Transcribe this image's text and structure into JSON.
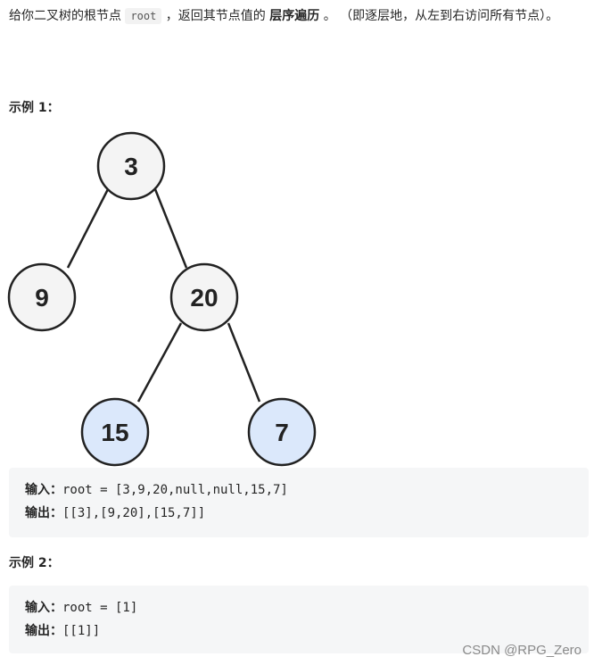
{
  "description": {
    "part1": "给你二叉树的根节点 ",
    "code": "root",
    "part2": " ，返回其节点值的 ",
    "bold": "层序遍历",
    "part3": " 。 （即逐层地，从左到右访问所有节点）。"
  },
  "example1": {
    "title": "示例 1：",
    "tree_nodes": [
      {
        "id": "n3",
        "label": "3",
        "fill": "#f4f4f4"
      },
      {
        "id": "n9",
        "label": "9",
        "fill": "#f4f4f4"
      },
      {
        "id": "n20",
        "label": "20",
        "fill": "#f4f4f4"
      },
      {
        "id": "n15",
        "label": "15",
        "fill": "#dbe8fb"
      },
      {
        "id": "n7",
        "label": "7",
        "fill": "#dbe8fb"
      }
    ],
    "input_label": "输入：",
    "input_value": "root = [3,9,20,null,null,15,7]",
    "output_label": "输出：",
    "output_value": "[[3],[9,20],[15,7]]"
  },
  "example2": {
    "title": "示例 2：",
    "input_label": "输入：",
    "input_value": "root = [1]",
    "output_label": "输出：",
    "output_value": "[[1]]"
  },
  "watermark": "CSDN @RPG_Zero"
}
